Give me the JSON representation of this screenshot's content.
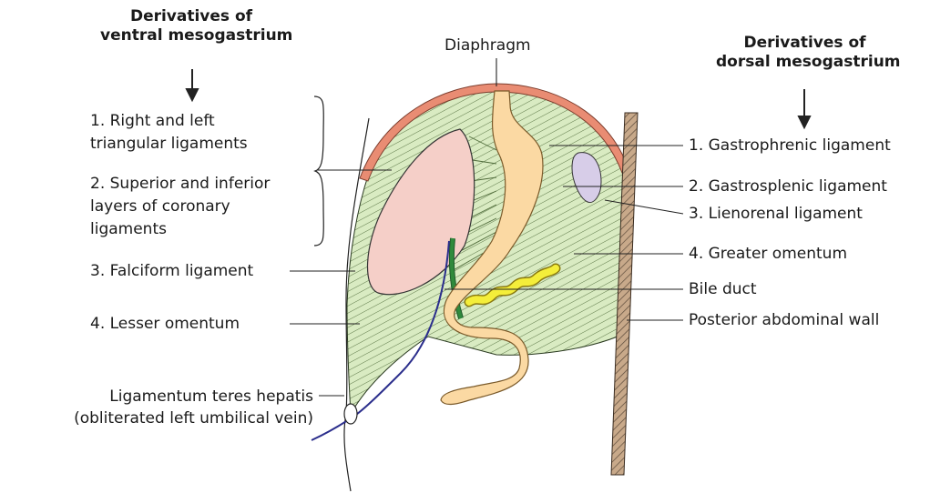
{
  "headings": {
    "ventral": [
      "Derivatives of",
      "ventral mesogastrium"
    ],
    "dorsal": [
      "Derivatives of",
      "dorsal mesogastrium"
    ]
  },
  "left_labels": {
    "l1": [
      "1. Right and left",
      "triangular ligaments"
    ],
    "l2": [
      "2. Superior and inferior",
      "layers of coronary",
      "ligaments"
    ],
    "l3": "3. Falciform ligament",
    "l4": "4. Lesser omentum",
    "l5": [
      "Ligamentum teres hepatis",
      "(obliterated left umbilical vein)"
    ]
  },
  "top_label": "Diaphragm",
  "right_labels": {
    "r1": "1. Gastrophrenic ligament",
    "r2": "2. Gastrosplenic ligament",
    "r3": "3. Lienorenal ligament",
    "r4": "4. Greater omentum",
    "r5": "Bile duct",
    "r6": "Posterior abdominal wall"
  },
  "colors": {
    "mesentery_fill": "#d9ebc2",
    "hatch": "#4f6b3a",
    "diaphragm": "#e98c73",
    "liver": "#f5cfc8",
    "stomach": "#fbd9a3",
    "spleen": "#d7cde8",
    "bile_duct": "#f4ee3a",
    "green_duct": "#2f8a3c",
    "vein": "#2b2e8c",
    "wall": "#c8a98a"
  }
}
